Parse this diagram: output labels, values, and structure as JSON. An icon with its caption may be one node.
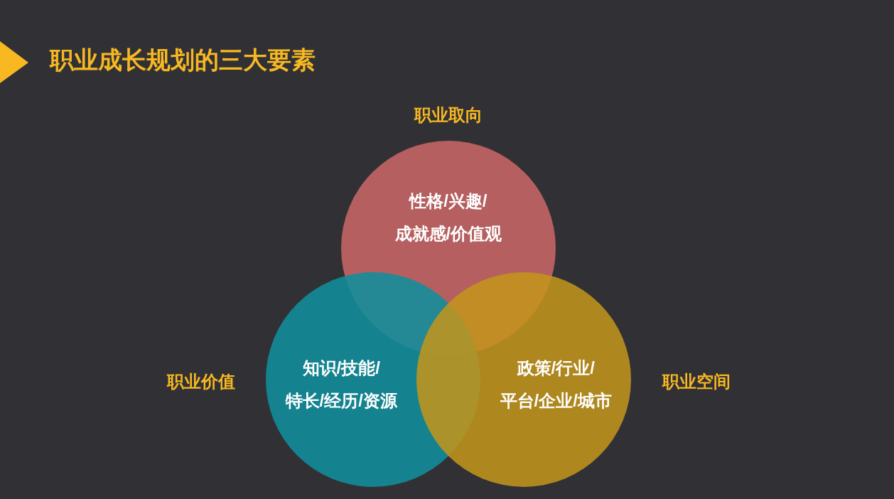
{
  "diagram": {
    "title": "职业成长规划的三大要素",
    "nodes": [
      {
        "text": [
          "职业取向",
          "性格/兴趣/成就感/价值观"
        ]
      },
      {
        "text": [
          "职业价值",
          "知识/技能/特长/经历/资源"
        ]
      },
      {
        "text": [
          "政策/行业/平台/企业/城市",
          "职业空间"
        ]
      }
    ]
  }
}
